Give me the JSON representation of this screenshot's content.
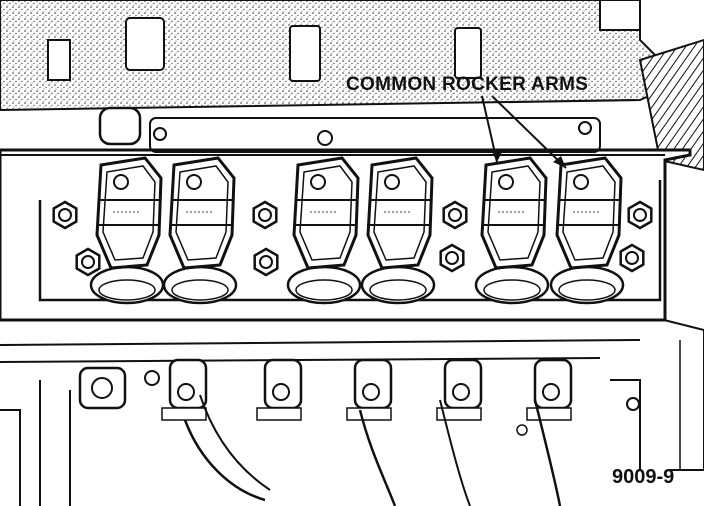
{
  "callout": {
    "text": "COMMON ROCKER ARMS"
  },
  "figure": {
    "id": "9009-9"
  },
  "diagram": {
    "rocker_arm_count": 6,
    "callout_targets": [
      5,
      6
    ]
  }
}
